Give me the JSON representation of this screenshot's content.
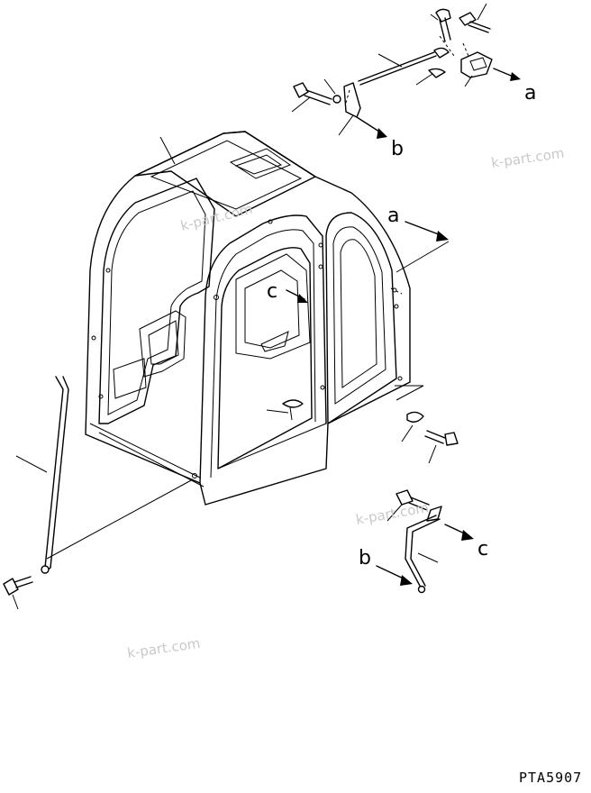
{
  "drawing": {
    "code": "PTA5907",
    "refs": {
      "a": "a",
      "b": "b",
      "c": "c"
    },
    "watermark": "k-part.com"
  }
}
